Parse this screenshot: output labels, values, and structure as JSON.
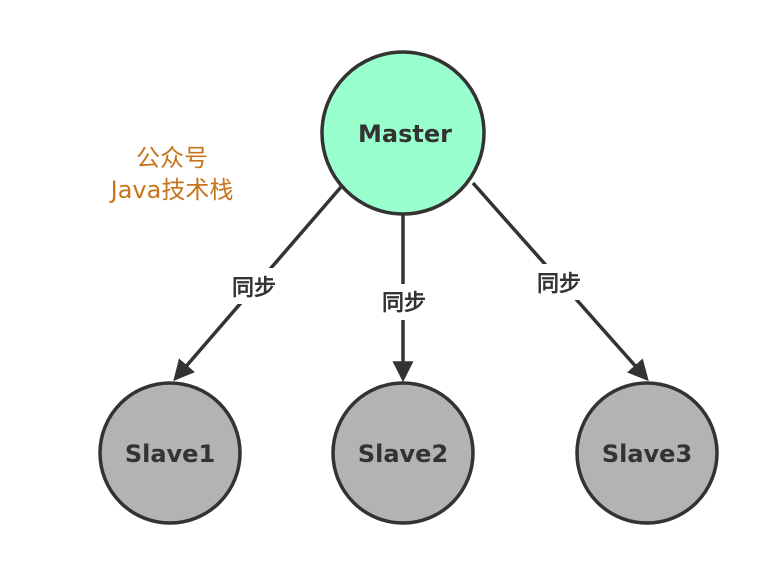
{
  "watermark": {
    "line1": "公众号",
    "line2": "Java技术栈"
  },
  "nodes": {
    "master": {
      "label": "Master",
      "color": "#99ffcc"
    },
    "slave1": {
      "label": "Slave1",
      "color": "#b3b3b3"
    },
    "slave2": {
      "label": "Slave2",
      "color": "#b3b3b3"
    },
    "slave3": {
      "label": "Slave3",
      "color": "#b3b3b3"
    }
  },
  "edges": {
    "to_slave1": {
      "label": "同步"
    },
    "to_slave2": {
      "label": "同步"
    },
    "to_slave3": {
      "label": "同步"
    }
  },
  "colors": {
    "stroke": "#333333",
    "watermark": "#c8741a"
  }
}
